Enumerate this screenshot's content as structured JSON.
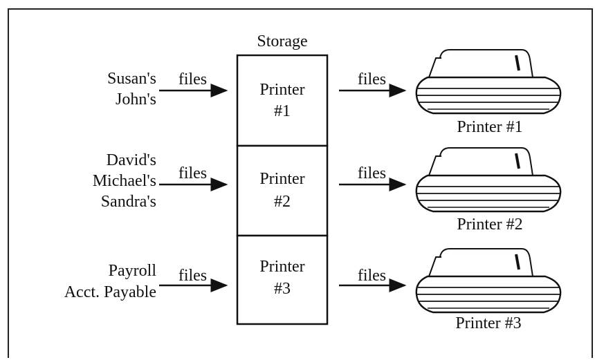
{
  "diagram": {
    "storage_title": "Storage",
    "rows": [
      {
        "senders": [
          "Susan's",
          "John's"
        ],
        "in_label": "files",
        "storage_label": [
          "Printer",
          "#1"
        ],
        "out_label": "files",
        "printer_caption": "Printer #1"
      },
      {
        "senders": [
          "David's",
          "Michael's",
          "Sandra's"
        ],
        "in_label": "files",
        "storage_label": [
          "Printer",
          "#2"
        ],
        "out_label": "files",
        "printer_caption": "Printer #2"
      },
      {
        "senders": [
          "Payroll",
          "Acct. Payable"
        ],
        "in_label": "files",
        "storage_label": [
          "Printer",
          "#3"
        ],
        "out_label": "files",
        "printer_caption": "Printer #3"
      }
    ]
  }
}
